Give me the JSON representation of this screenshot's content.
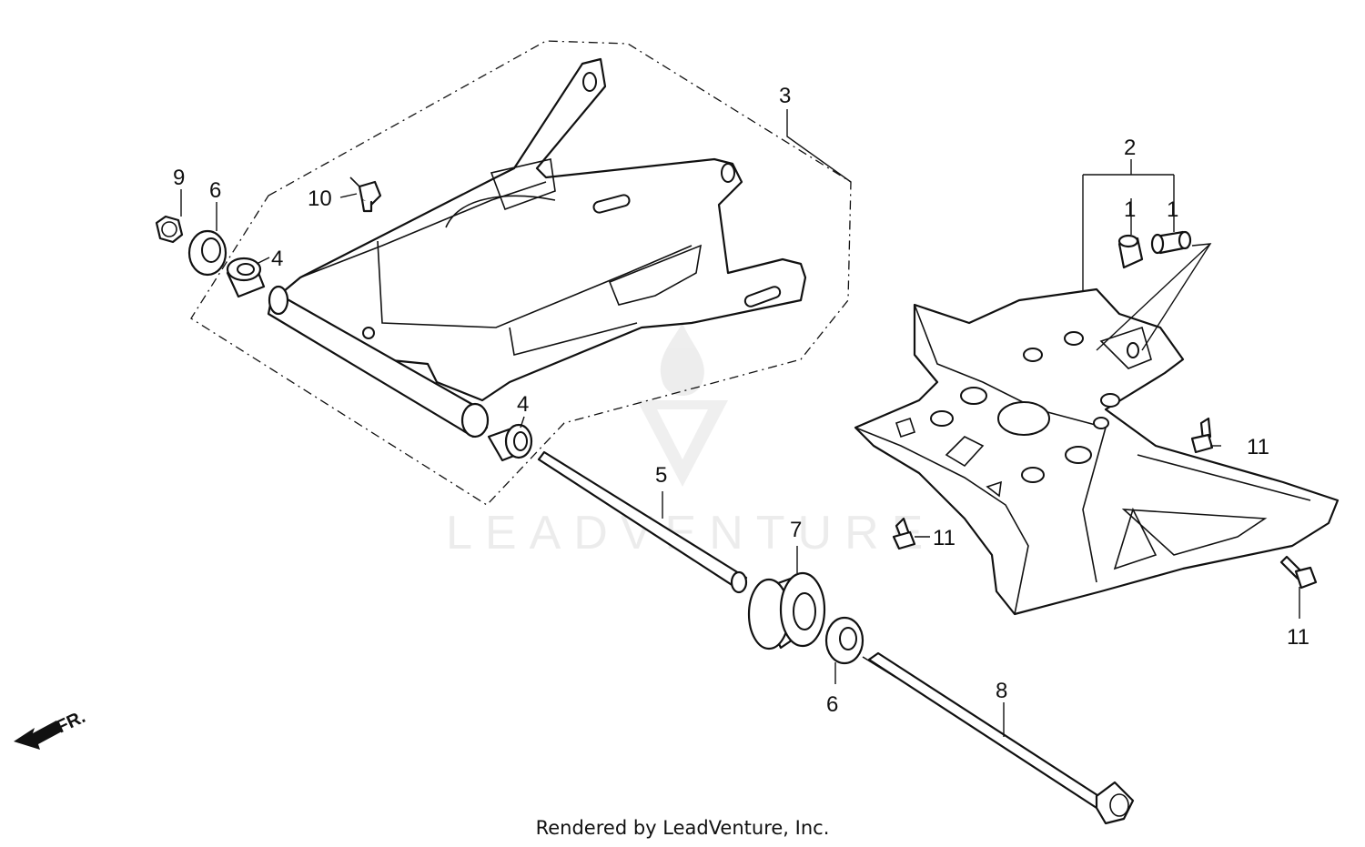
{
  "diagram": {
    "callouts": [
      {
        "id": "c9",
        "text": "9"
      },
      {
        "id": "c6a",
        "text": "6"
      },
      {
        "id": "c10",
        "text": "10"
      },
      {
        "id": "c4a",
        "text": "4"
      },
      {
        "id": "c3",
        "text": "3"
      },
      {
        "id": "c4b",
        "text": "4"
      },
      {
        "id": "c5",
        "text": "5"
      },
      {
        "id": "c7",
        "text": "7"
      },
      {
        "id": "c6b",
        "text": "6"
      },
      {
        "id": "c8",
        "text": "8"
      },
      {
        "id": "c2",
        "text": "2"
      },
      {
        "id": "c1a",
        "text": "1"
      },
      {
        "id": "c1b",
        "text": "1"
      },
      {
        "id": "c11a",
        "text": "11"
      },
      {
        "id": "c11b",
        "text": "11"
      },
      {
        "id": "c11c",
        "text": "11"
      }
    ],
    "front_arrow_label": "FR.",
    "watermark": "LEADVENTURE",
    "footer": "Rendered by LeadVenture, Inc."
  }
}
